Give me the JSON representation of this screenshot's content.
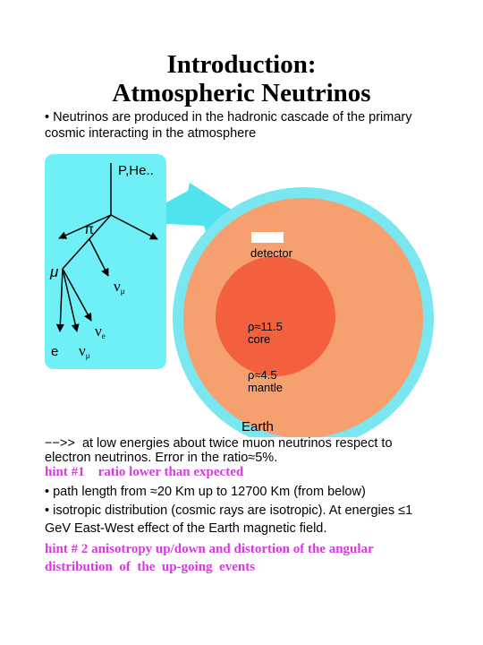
{
  "title": {
    "line1": "Introduction:",
    "line2": "Atmospheric Neutrinos"
  },
  "intro": {
    "line1": "• Neutrinos are produced in the hadronic cascade of the primary",
    "line2": "cosmic interacting in the atmosphere"
  },
  "diagram": {
    "primary_label": "P,He..",
    "pion_label": "π",
    "muon_label": "μ",
    "numu_label_1": "ν",
    "numu_sub_1": "μ",
    "nue_label": "ν",
    "nue_sub": "e",
    "electron_label": "e",
    "numu_label_2": "ν",
    "numu_sub_2": "μ",
    "detector_label": "detector",
    "core_density": "ρ≈11.5",
    "core_label": "core",
    "mantle_density": "ρ≈4.5",
    "mantle_label": "mantle",
    "earth_label": "Earth",
    "colors": {
      "atmosphere_box": "#6ff0f7",
      "arrow": "#4fe3ee",
      "outer_shell": "#7ae6f0",
      "mantle": "#f7a06f",
      "core": "#f3603d"
    }
  },
  "ratio": {
    "line1_prefix": "−−>>",
    "line1_text": "at low energies about twice muon neutrinos respect to",
    "line2": "electron neutrinos. Error in the ratio≈5%."
  },
  "hint1": {
    "number": "hint #1",
    "text": "ratio lower than expected"
  },
  "bullets": {
    "path": "• path length from ≈20 Km up to 12700 Km (from below)",
    "iso_line1": "• isotropic distribution (cosmic rays are isotropic). At energies ≤1",
    "iso_line2": "GeV East-West effect of the Earth magnetic field."
  },
  "hint2": {
    "line1": "hint # 2 anisotropy up/down and  distortion of the angular",
    "line2": "distribution  of  the  up-going  events"
  }
}
